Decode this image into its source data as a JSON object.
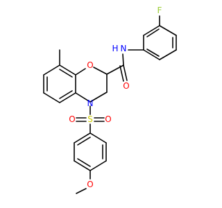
{
  "molecule": {
    "atom_labels": {
      "fluorine": "F",
      "amide_nitrogen": "N",
      "amide_hydrogen": "H",
      "amide_oxygen": "O",
      "ring_oxygen": "O",
      "ring_nitrogen": "N",
      "sulfur": "S",
      "sulfonyl_oxygen_left": "O",
      "sulfonyl_oxygen_right": "O",
      "methoxy_oxygen": "O"
    },
    "colors": {
      "bond": "#000000",
      "fluorine": "#9ACD32",
      "nitrogen": "#0000FF",
      "oxygen": "#FF0000",
      "sulfur": "#CCCC00",
      "background": "#FFFFFF"
    }
  }
}
